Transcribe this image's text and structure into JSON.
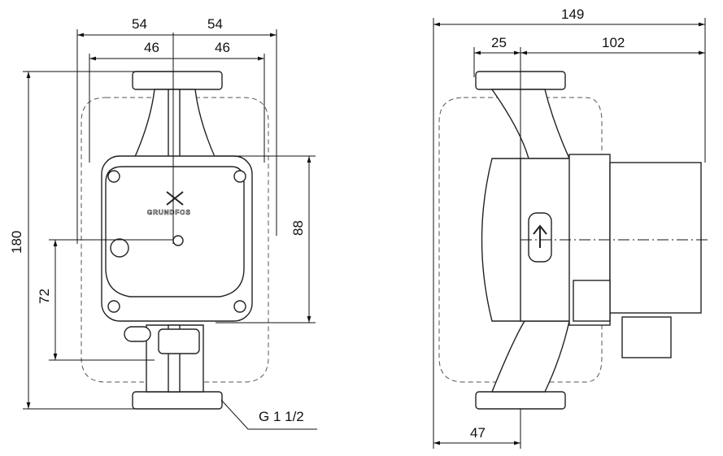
{
  "front_view": {
    "dims": {
      "width_left_outer": "54",
      "width_right_outer": "54",
      "width_left_inner": "46",
      "width_right_inner": "46",
      "height_total": "180",
      "height_axis": "72",
      "height_box": "88"
    },
    "thread_label": "G 1 1/2",
    "logo_text": "GRUNDFOS"
  },
  "side_view": {
    "dims": {
      "total_length": "149",
      "flange_offset": "25",
      "motor_length": "102",
      "base_offset": "47"
    }
  }
}
